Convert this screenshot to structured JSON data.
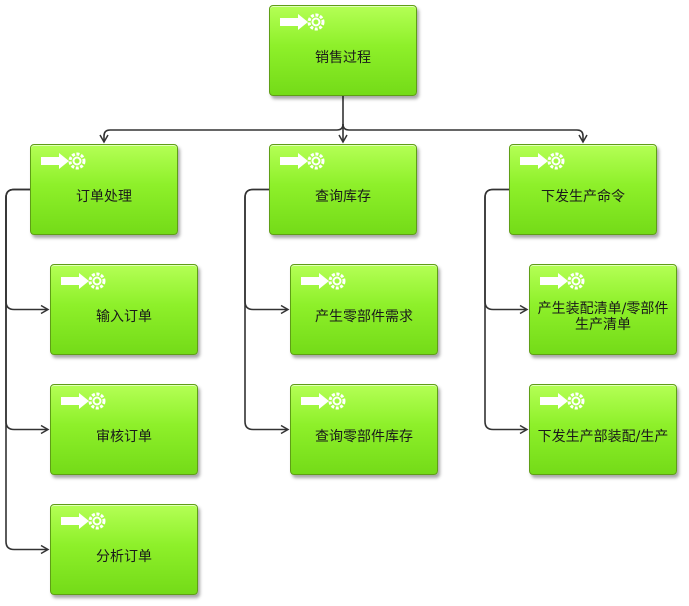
{
  "diagram": {
    "root": {
      "id": "n-root",
      "label": "销售过程"
    },
    "branches": [
      {
        "id": "n-b1",
        "label": "订单处理",
        "children": [
          {
            "id": "n-b1-c1",
            "label": "输入订单"
          },
          {
            "id": "n-b1-c2",
            "label": "审核订单"
          },
          {
            "id": "n-b1-c3",
            "label": "分析订单"
          }
        ]
      },
      {
        "id": "n-b2",
        "label": "查询库存",
        "children": [
          {
            "id": "n-b2-c1",
            "label": "产生零部件需求"
          },
          {
            "id": "n-b2-c2",
            "label": "查询零部件库存"
          }
        ]
      },
      {
        "id": "n-b3",
        "label": "下发生产命令",
        "children": [
          {
            "id": "n-b3-c1",
            "label": "产生装配清单/零部件生产清单"
          },
          {
            "id": "n-b3-c2",
            "label": "下发生产部装配/生产"
          }
        ]
      }
    ],
    "colors": {
      "node_fill_top": "#b4ff55",
      "node_fill_bottom": "#74db18",
      "node_border": "#5f9e16",
      "connector": "#333333",
      "icon": "#ffffff"
    },
    "icon_name": "arrow-gear-icon"
  }
}
